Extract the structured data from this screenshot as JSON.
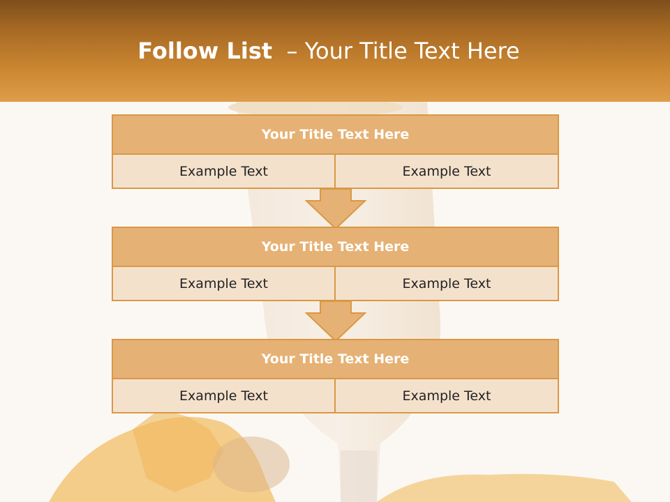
{
  "header": {
    "title_strong": "Follow List",
    "title_rest": "– Your Title Text Here"
  },
  "blocks": [
    {
      "title": "Your Title Text Here",
      "left": "Example Text",
      "right": "Example Text"
    },
    {
      "title": "Your Title Text Here",
      "left": "Example Text",
      "right": "Example Text"
    },
    {
      "title": "Your Title Text Here",
      "left": "Example Text",
      "right": "Example Text"
    }
  ],
  "colors": {
    "header_dark": "#7d4f1c",
    "header_light": "#de9d4a",
    "box_title": "#e6b174",
    "box_cell": "#f4e1cc",
    "box_border": "#d99845"
  }
}
